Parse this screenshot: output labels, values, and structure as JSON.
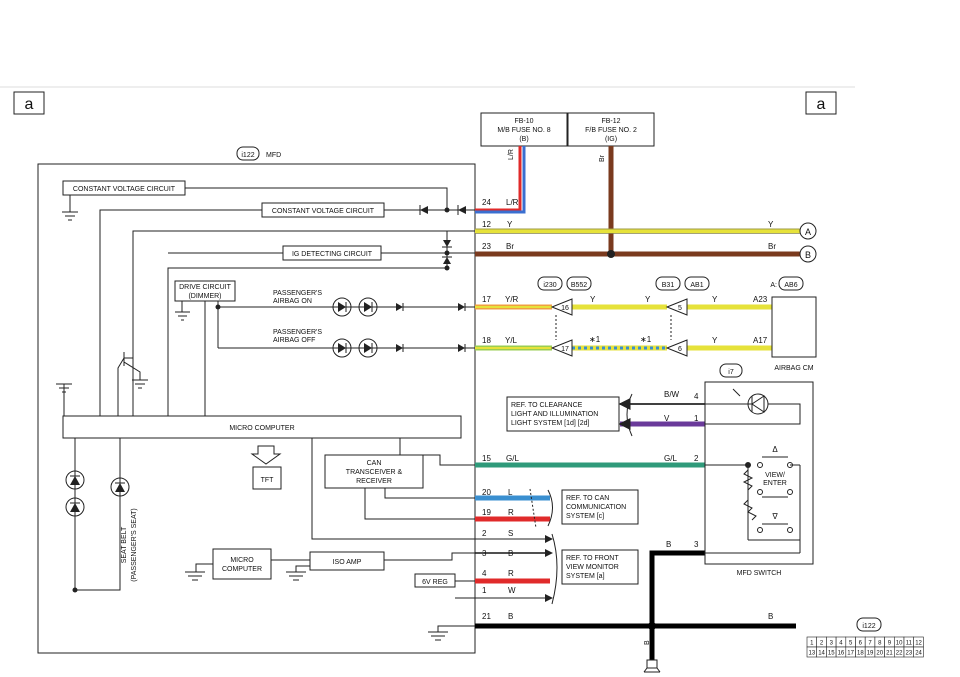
{
  "corner_marks": {
    "left": "a",
    "right": "a"
  },
  "fuses": [
    {
      "line1": "FB-10",
      "line2": "M/B FUSE NO. 8",
      "line3": "(B)"
    },
    {
      "line1": "FB-12",
      "line2": "F/B FUSE NO. 2",
      "line3": "(IG)"
    }
  ],
  "fuse_wire_labels": {
    "fb10": "L/R",
    "fb12": "Br"
  },
  "module": {
    "connector": "i122",
    "name": "MFD"
  },
  "internal_blocks": {
    "const_voltage_1": "CONSTANT VOLTAGE CIRCUIT",
    "const_voltage_2": "CONSTANT VOLTAGE CIRCUIT",
    "ig_detecting": "IG DETECTING CIRCUIT",
    "drive_circuit_1": "DRIVE CIRCUIT",
    "drive_circuit_2": "(DIMMER)",
    "micro_computer": "MICRO COMPUTER",
    "tft": "TFT",
    "can_1": "CAN",
    "can_2": "TRANSCEIVER &",
    "can_3": "RECEIVER",
    "micro2_1": "MICRO",
    "micro2_2": "COMPUTER",
    "iso_amp": "ISO AMP",
    "reg_6v": "6V REG"
  },
  "indicators": {
    "on_1": "PASSENGER'S",
    "on_2": "AIRBAG ON",
    "off_1": "PASSENGER'S",
    "off_2": "AIRBAG OFF"
  },
  "seatbelt": {
    "line1": "SEAT BELT",
    "line2": "(PASSENGER'S SEAT)"
  },
  "pins": {
    "p24": "24",
    "p12": "12",
    "p23": "23",
    "p17": "17",
    "p18": "18",
    "p15": "15",
    "p20": "20",
    "p19": "19",
    "p2": "2",
    "p3": "3",
    "p4": "4",
    "p1": "1",
    "p21": "21"
  },
  "wire_colors": {
    "p24": "L/R",
    "p12": "Y",
    "p12_right": "Y",
    "p23": "Br",
    "p23_right": "Br",
    "p17": "Y/R",
    "p17_mid1": "Y",
    "p17_mid2": "Y",
    "p17_mid3": "Y",
    "p18": "Y/L",
    "p18_mid": "Y",
    "p15": "G/L",
    "p15_right": "G/L",
    "p20": "L",
    "p19": "R",
    "p2": "S",
    "p3": "B",
    "p4": "R",
    "p1": "W",
    "p21": "B",
    "p21_right": "B",
    "switch_bw": "B/W",
    "switch_v": "V",
    "switch_b": "B",
    "ground_b": "B"
  },
  "junctions": {
    "A": "A",
    "B": "B"
  },
  "connectors": {
    "i230": "i230",
    "b552": "B552",
    "b31": "B31",
    "ab1": "AB1",
    "ab6": "AB6",
    "ab6_prefix": "A:",
    "pin16": "16",
    "pin17": "17",
    "pin5": "5",
    "pin6": "6",
    "a23": "A23",
    "a17": "A17",
    "star1": "∗1",
    "star2": "∗1"
  },
  "airbag_cm": "AIRBAG CM",
  "mfd_switch": {
    "connector": "i7",
    "name": "MFD SWITCH",
    "pin4": "4",
    "pin1": "1",
    "pin2": "2",
    "pin3": "3",
    "up_arrow": "Δ",
    "view_1": "VIEW/",
    "view_2": "ENTER",
    "down_arrow": "∇"
  },
  "refs": {
    "clearance_1": "REF. TO CLEARANCE",
    "clearance_2": "LIGHT AND ILLUMINATION",
    "clearance_3": "LIGHT SYSTEM [1d] [2d]",
    "can_1": "REF. TO CAN",
    "can_2": "COMMUNICATION",
    "can_3": "SYSTEM [c]",
    "fvm_1": "REF. TO FRONT",
    "fvm_2": "VIEW MONITOR",
    "fvm_3": "SYSTEM [a]"
  },
  "connector_grid": {
    "label": "i122",
    "row1": [
      "1",
      "2",
      "3",
      "4",
      "5",
      "6",
      "7",
      "8",
      "9",
      "10",
      "11",
      "12"
    ],
    "row2": [
      "13",
      "14",
      "15",
      "16",
      "17",
      "18",
      "19",
      "20",
      "21",
      "22",
      "23",
      "24"
    ]
  },
  "colors": {
    "yellow": "#e6e23a",
    "brown": "#7a3a1e",
    "orange": "#f0a040",
    "green": "#9acd50",
    "teal": "#2f9a7a",
    "blue": "#3a8fd0",
    "red": "#e02a2a",
    "purple": "#6a3a9a",
    "black": "#000000"
  }
}
